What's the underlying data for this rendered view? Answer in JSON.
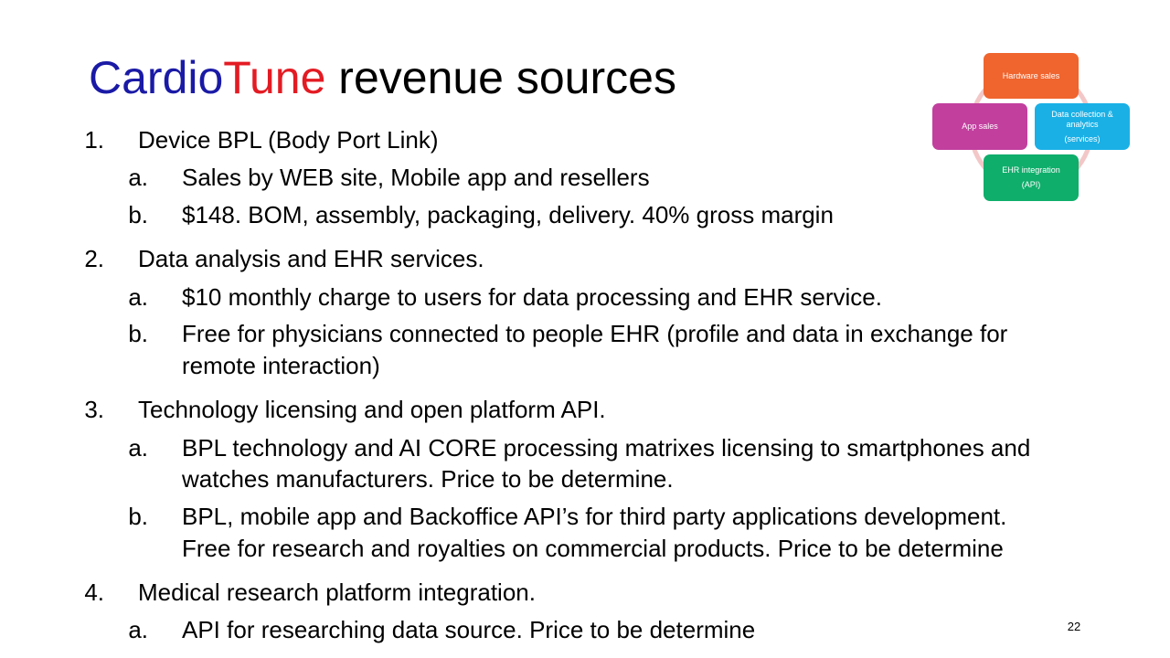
{
  "title": {
    "part1": "Cardio",
    "part2": "Tune",
    "part3": " revenue sources"
  },
  "items": [
    {
      "num": "1.",
      "text": "Device BPL (Body Port Link)",
      "subs": [
        {
          "num": "a.",
          "lines": [
            "Sales by WEB site, Mobile app and resellers"
          ]
        },
        {
          "num": "b.",
          "lines": [
            "$148. BOM, assembly, packaging, delivery. 40% gross margin"
          ]
        }
      ]
    },
    {
      "num": "2.",
      "text": "Data analysis and EHR services.",
      "subs": [
        {
          "num": "a.",
          "lines": [
            "$10 monthly charge to users for data processing and EHR service."
          ]
        },
        {
          "num": "b.",
          "lines": [
            "Free for physicians connected to people EHR (profile and data in exchange for",
            "remote interaction)"
          ]
        }
      ]
    },
    {
      "num": "3.",
      "text": "Technology licensing and open platform API.",
      "subs": [
        {
          "num": "a.",
          "lines": [
            "BPL technology and AI CORE processing matrixes licensing to smartphones and",
            "watches manufacturers. Price to be determine."
          ]
        },
        {
          "num": "b.",
          "lines": [
            "BPL, mobile app and Backoffice API’s for third party applications development.",
            "Free for research and royalties on commercial products. Price to be determine"
          ]
        }
      ]
    },
    {
      "num": "4.",
      "text": "Medical research platform integration.",
      "subs": [
        {
          "num": "a.",
          "lines": [
            "API for researching data source. Price to be determine"
          ]
        }
      ]
    }
  ],
  "diagram": {
    "hardware": {
      "label": "Hardware sales",
      "color": "#f0642d"
    },
    "app": {
      "label": "App sales",
      "color": "#c23f9e"
    },
    "data": {
      "line1": "Data collection &",
      "line2": "analytics",
      "line3": "(services)",
      "color": "#1ab0e6"
    },
    "ehr": {
      "line1": "EHR integration",
      "line2": "(API)",
      "color": "#0fae6b"
    },
    "ring_color": "#f3c7c7"
  },
  "page_number": "22"
}
